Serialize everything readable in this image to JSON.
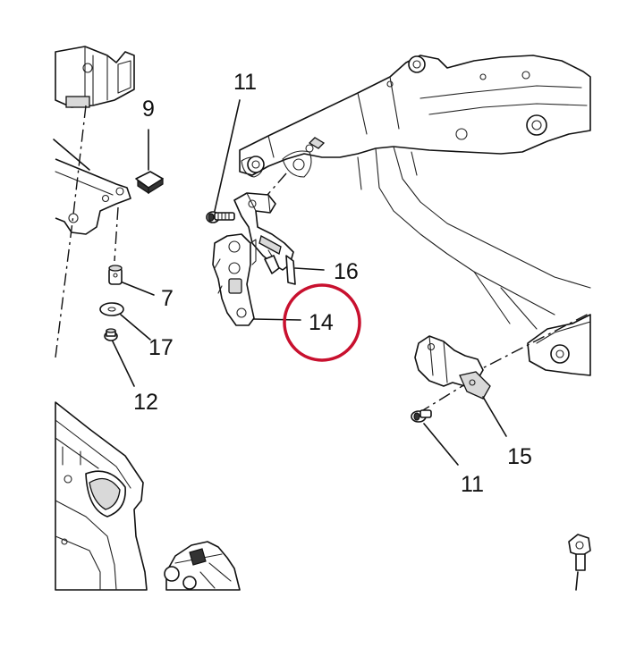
{
  "labels": {
    "part_7": "7",
    "part_9": "9",
    "part_11_top": "11",
    "part_11_bottom": "11",
    "part_12": "12",
    "part_14": "14",
    "part_15": "15",
    "part_16": "16",
    "part_17": "17"
  },
  "highlight": {
    "target_label": "14",
    "color": "#c8102e"
  },
  "colors": {
    "line": "#111111",
    "shade": "#d9d9d9",
    "background": "#ffffff"
  }
}
